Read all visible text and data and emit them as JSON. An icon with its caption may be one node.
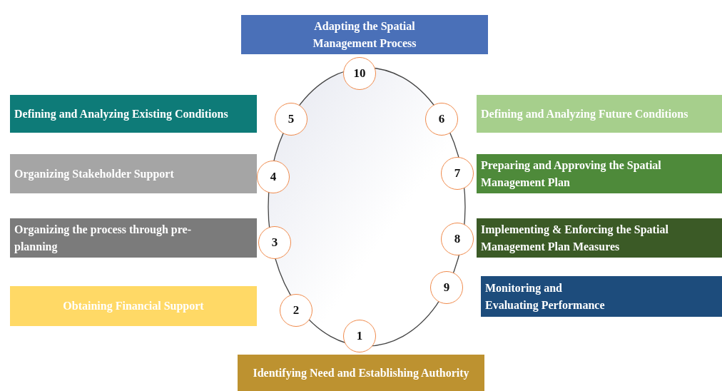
{
  "diagram": {
    "nodes": [
      {
        "text": [
          "Adapting the Spatial Management Process"
        ]
      },
      {
        "text": [
          "10"
        ]
      },
      {
        "text": [
          "Defining and Analyzing Existing Conditions"
        ]
      },
      {
        "text": [
          "5"
        ]
      },
      {
        "text": [
          "6"
        ]
      },
      {
        "text": [
          "Defining and Analyzing Future Conditions"
        ]
      },
      {
        "text": [
          "Organizing Stakeholder Support"
        ]
      },
      {
        "text": [
          "4"
        ]
      },
      {
        "text": [
          "7"
        ]
      },
      {
        "text": [
          "Preparing and Approving the Spatial Management Plan"
        ]
      },
      {
        "text": [
          "Organizing the process through pre-planning"
        ]
      },
      {
        "text": [
          "3"
        ]
      },
      {
        "text": [
          "8"
        ]
      },
      {
        "text": [
          "Implementing & Enforcing the Spatial Management Plan Measures"
        ]
      },
      {
        "text": [
          "9"
        ]
      },
      {
        "text": [
          "Monitoring and Evaluating Performance"
        ]
      },
      {
        "text": [
          "Obtaining Financial Support"
        ]
      },
      {
        "text": [
          "2"
        ]
      },
      {
        "text": [
          "1"
        ]
      },
      {
        "text": [
          "Identifying Need and Establishing Authority"
        ]
      }
    ]
  }
}
